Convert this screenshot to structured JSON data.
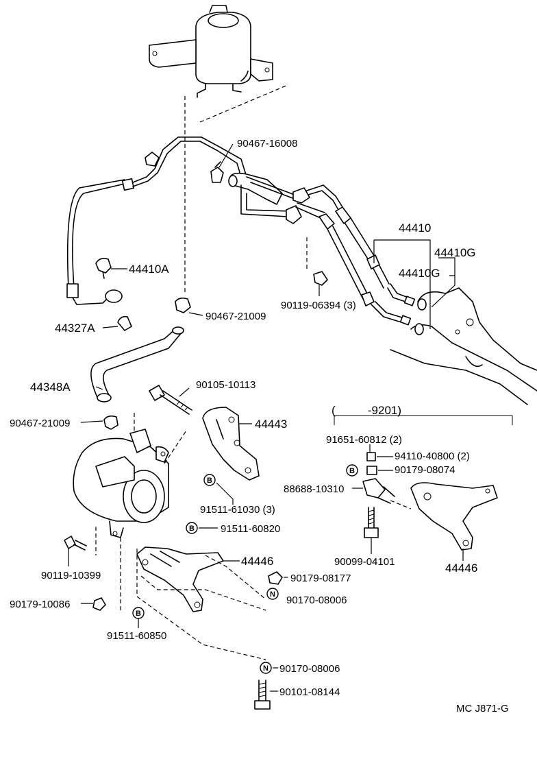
{
  "labels": {
    "p90467_16008": "90467-16008",
    "p44410": "44410",
    "p44410G_a": "44410G",
    "p44410G_b": "44410G",
    "p44410A": "44410A",
    "p90467_21009_a": "90467-21009",
    "p90119_06394": "90119-06394 (3)",
    "p44327A": "44327A",
    "p44348A": "44348A",
    "p90105_10113": "90105-10113",
    "p90467_21009_b": "90467-21009",
    "p44443": "44443",
    "p91511_61030": "91511-61030 (3)",
    "p91511_60820": "91511-60820",
    "p44446_a": "44446",
    "p90119_10399": "90119-10399",
    "p90179_08177": "90179-08177",
    "p90170_08006_a": "90170-08006",
    "p90179_10086": "90179-10086",
    "p91511_60850": "91511-60850",
    "p90170_08006_b": "90170-08006",
    "p90101_08144": "90101-08144",
    "inset_range": "(          -9201)",
    "p91651_60812": "91651-60812 (2)",
    "p94110_40800": "94110-40800 (2)",
    "p90179_08074": "90179-08074",
    "p88688_10310": "88688-10310",
    "p90099_04101": "90099-04101",
    "p44446_b": "44446",
    "footer_code": "MC J871-G"
  },
  "badges": {
    "b": "B",
    "n": "N"
  }
}
